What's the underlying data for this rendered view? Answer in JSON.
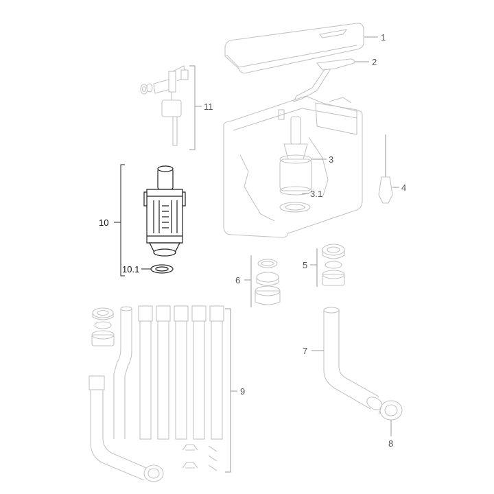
{
  "callouts": {
    "c1": "1",
    "c2": "2",
    "c3": "3",
    "c3_1": "3.1",
    "c4": "4",
    "c5": "5",
    "c6": "6",
    "c7": "7",
    "c8": "8",
    "c9": "9",
    "c10": "10",
    "c10_1": "10.1",
    "c11": "11"
  },
  "colors": {
    "highlight": "#1e1e1e",
    "faded": "#c4c4c4",
    "label": "#555555"
  }
}
